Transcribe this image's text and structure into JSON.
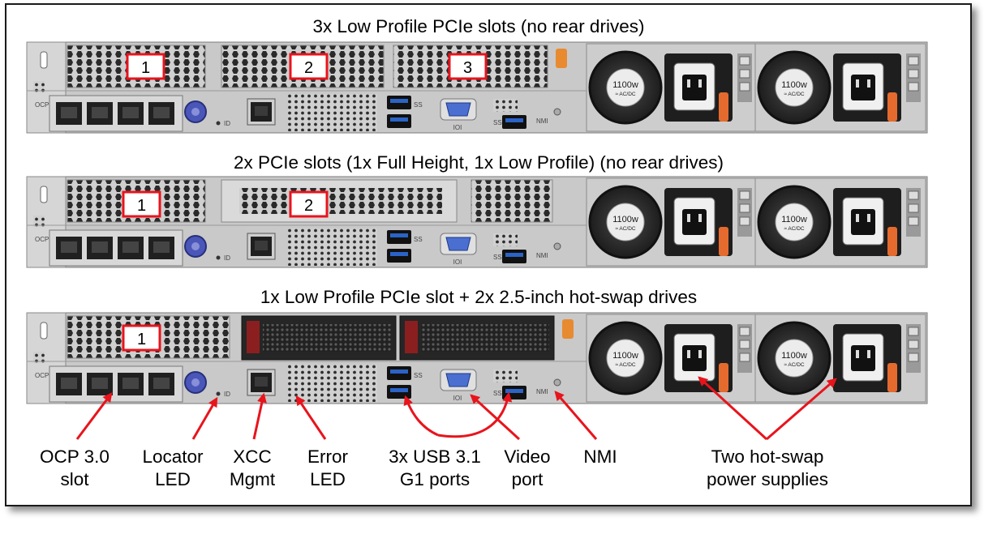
{
  "configs": [
    {
      "title": "3x Low Profile PCIe slots (no rear drives)",
      "slots": [
        "1",
        "2",
        "3"
      ]
    },
    {
      "title": "2x PCIe slots (1x Full Height, 1x Low Profile) (no rear drives)",
      "slots": [
        "1",
        "2"
      ]
    },
    {
      "title": "1x Low Profile PCIe slot + 2x 2.5-inch hot-swap drives",
      "slots": [
        "1"
      ]
    }
  ],
  "chassis_text": {
    "ocp": "OCP",
    "psu_rating": "1100w",
    "psu_input": "AC/DC",
    "id": "ID",
    "nmi": "NMI",
    "ioi": "IOI",
    "ss": "SS"
  },
  "callouts": {
    "ocp": [
      "OCP 3.0",
      "slot"
    ],
    "locator": [
      "Locator",
      "LED"
    ],
    "xcc": [
      "XCC",
      "Mgmt"
    ],
    "error": [
      "Error",
      "LED"
    ],
    "usb": [
      "3x USB 3.1",
      "G1 ports"
    ],
    "video": [
      "Video",
      "port"
    ],
    "nmi": [
      "NMI"
    ],
    "psu": [
      "Two hot-swap",
      "power supplies"
    ]
  },
  "colors": {
    "callout_red": "#e8141c",
    "chassis": "#c9c9c9",
    "psu_handle": "#e56a2e",
    "screw_blue": "#4a56b8",
    "vga_blue": "#4a6fd0",
    "usb_blue": "#2b63c7"
  }
}
